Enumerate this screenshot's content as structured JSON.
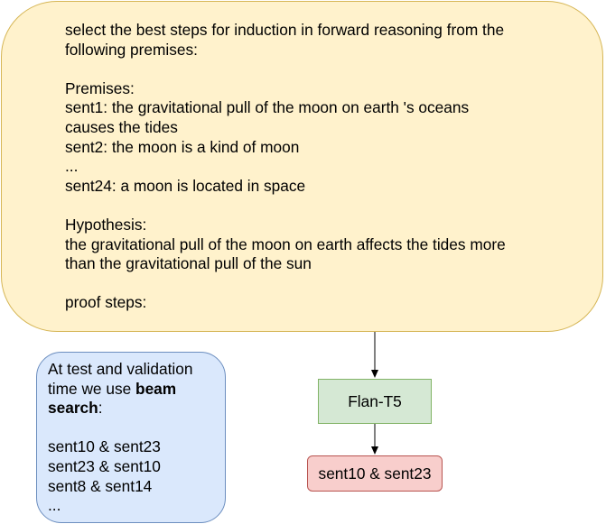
{
  "prompt_box": {
    "instruction_lines": [
      "select the best steps for induction in forward reasoning from the",
      "following premises:"
    ],
    "premises_heading": "Premises:",
    "premise_lines": [
      "sent1: the gravitational pull of the moon on earth 's oceans",
      "causes the tides",
      "sent2: the moon is a kind of moon",
      "...",
      "sent24: a moon is located in space"
    ],
    "hypothesis_heading": "Hypothesis:",
    "hypothesis_lines": [
      "the gravitational pull of the moon on earth affects the tides more",
      "than the gravitational pull of the sun"
    ],
    "proof_steps_label": "proof steps:"
  },
  "note_box": {
    "text_before_bold_1": "At test and validation",
    "text_before_bold_2": "time we use ",
    "bold_1": "beam",
    "bold_2": "search",
    "text_after_bold": ":",
    "candidates": [
      "sent10 & sent23",
      "sent23 & sent10",
      "sent8 & sent14",
      "..."
    ]
  },
  "model_box": {
    "label": "Flan-T5"
  },
  "output_box": {
    "label": "sent10 & sent23"
  },
  "colors": {
    "prompt_fill": "#fff2cc",
    "prompt_stroke": "#d6b656",
    "note_fill": "#dae8fc",
    "note_stroke": "#6c8ebf",
    "model_fill": "#d5e8d4",
    "model_stroke": "#82b366",
    "output_fill": "#f8cecc",
    "output_stroke": "#b85450"
  }
}
